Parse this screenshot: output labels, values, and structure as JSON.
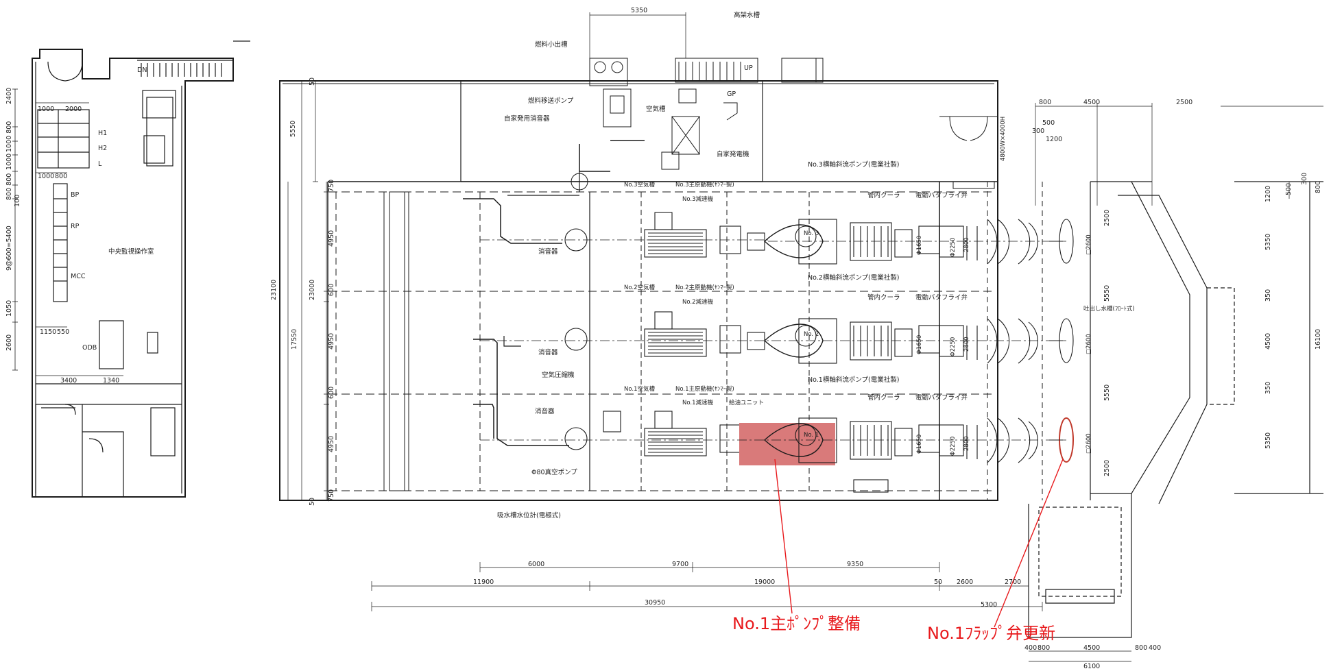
{
  "colors": {
    "line": "#1a1a1a",
    "highlight": "#d97a7a",
    "callout": "#e8191c"
  },
  "left_plan": {
    "labels": {
      "dn": "DN",
      "h1": "H1",
      "h2": "H2",
      "l": "L",
      "bp": "BP",
      "rp": "RP",
      "mcc": "MCC",
      "odb": "ODB",
      "control_room": "中央監視操作室"
    },
    "dims": {
      "d1000a": "1000",
      "d2000": "2000",
      "d1000b": "1000",
      "d800a": "800",
      "d1150": "1150",
      "d550": "550",
      "d3400": "3400",
      "d1340": "1340",
      "v2400": "2400",
      "v1000_800": "1000 800",
      "v1000": "1000",
      "v800_800": "800 800",
      "v100": "100",
      "v9x600": "9@600=5400",
      "v1050": "1050",
      "v2600": "2600"
    }
  },
  "main_plan": {
    "labels": {
      "elevated_tank": "高架水槽",
      "fuel_service_tank": "燃料小出槽",
      "fuel_transfer_pump": "燃料移送ポンプ",
      "gen_silencer": "自家発用消音器",
      "air_tank": "空気槽",
      "gp": "GP",
      "up": "UP",
      "private_generator": "自家発電機",
      "no3_pump": "No.3横軸斜流ポンプ(電業社製)",
      "no3_air_tank": "No.3空気槽",
      "no3_engine": "No.3主原動機(ﾔﾝﾏｰ製)",
      "no3_reducer": "No.3減速機",
      "tube_cooler3": "管内クーラ",
      "butterfly3": "電動バタフライ弁",
      "silencer3": "消音器",
      "no2_pump": "No.2横軸斜流ポンプ(電業社製)",
      "no2_air_tank": "No.2空気槽",
      "no2_engine": "No.2主原動機(ﾔﾝﾏｰ製)",
      "no2_reducer": "No.2減速機",
      "tube_cooler2": "管内クーラ",
      "butterfly2": "電動バタフライ弁",
      "discharge_tank": "吐出し水槽(ﾌﾛｰﾄ式)",
      "silencer2": "消音器",
      "air_compressor": "空気圧縮機",
      "no1_pump": "No.1横軸斜流ポンプ(電業社製)",
      "no1_air_tank": "No.1空気槽",
      "no1_engine": "No.1主原動機(ﾔﾝﾏｰ製)",
      "no1_reducer": "No.1減速機",
      "lube_unit": "給油ユニット",
      "tube_cooler1": "管内クーラ",
      "butterfly1": "電動バタフライ弁",
      "silencer1": "消音器",
      "vacuum_pump": "Φ80真空ポンプ",
      "level_meter": "吸水槽水位計(電極式)",
      "pump3_tag": "No. 3",
      "pump2_tag": "No. 2",
      "pump1_tag": "No. 1",
      "phi1650": "Φ1650",
      "phi2250": "Φ2250",
      "d2800": "2800",
      "sq2600": "□2600",
      "door_size": "4800W×4000H"
    },
    "dims": {
      "top5350": "5350",
      "v5550": "5550",
      "v50a": "50",
      "v750a": "750",
      "v4950a": "4950",
      "v600a": "600",
      "v4950b": "4950",
      "v600b": "600",
      "v4950c": "4950",
      "v750b": "750",
      "v50b": "50",
      "v23100": "23100",
      "v23000": "23000",
      "v17550": "17550",
      "h6000": "6000",
      "h9700": "9700",
      "h9350": "9350",
      "h11900": "11900",
      "h19000": "19000",
      "h50": "50",
      "h2600": "2600",
      "h2700": "2700",
      "h30950": "30950",
      "h5300": "5300",
      "r800": "800",
      "r4500": "4500",
      "r2500": "2500",
      "r500": "500",
      "r300": "300",
      "r1200": "1200",
      "rv2500a": "2500",
      "rv5350a": "5350",
      "rv5550": "5550",
      "rv4500": "4500",
      "rv5350b": "5350",
      "rv2500b": "2500",
      "rv1200": "1200",
      "rv500": "500",
      "rv300": "300",
      "rv800": "800",
      "rv350a": "350",
      "rv350b": "350",
      "rv16100": "16100",
      "b400a": "400",
      "b800a": "800",
      "b4500": "4500",
      "b800b": "800",
      "b400b": "400",
      "b6100": "6100"
    }
  },
  "callouts": {
    "main_pump": "No.1主ﾎﾟﾝﾌﾟ整備",
    "flap_valve": "No.1ﾌﾗｯﾌﾟ弁更新"
  }
}
